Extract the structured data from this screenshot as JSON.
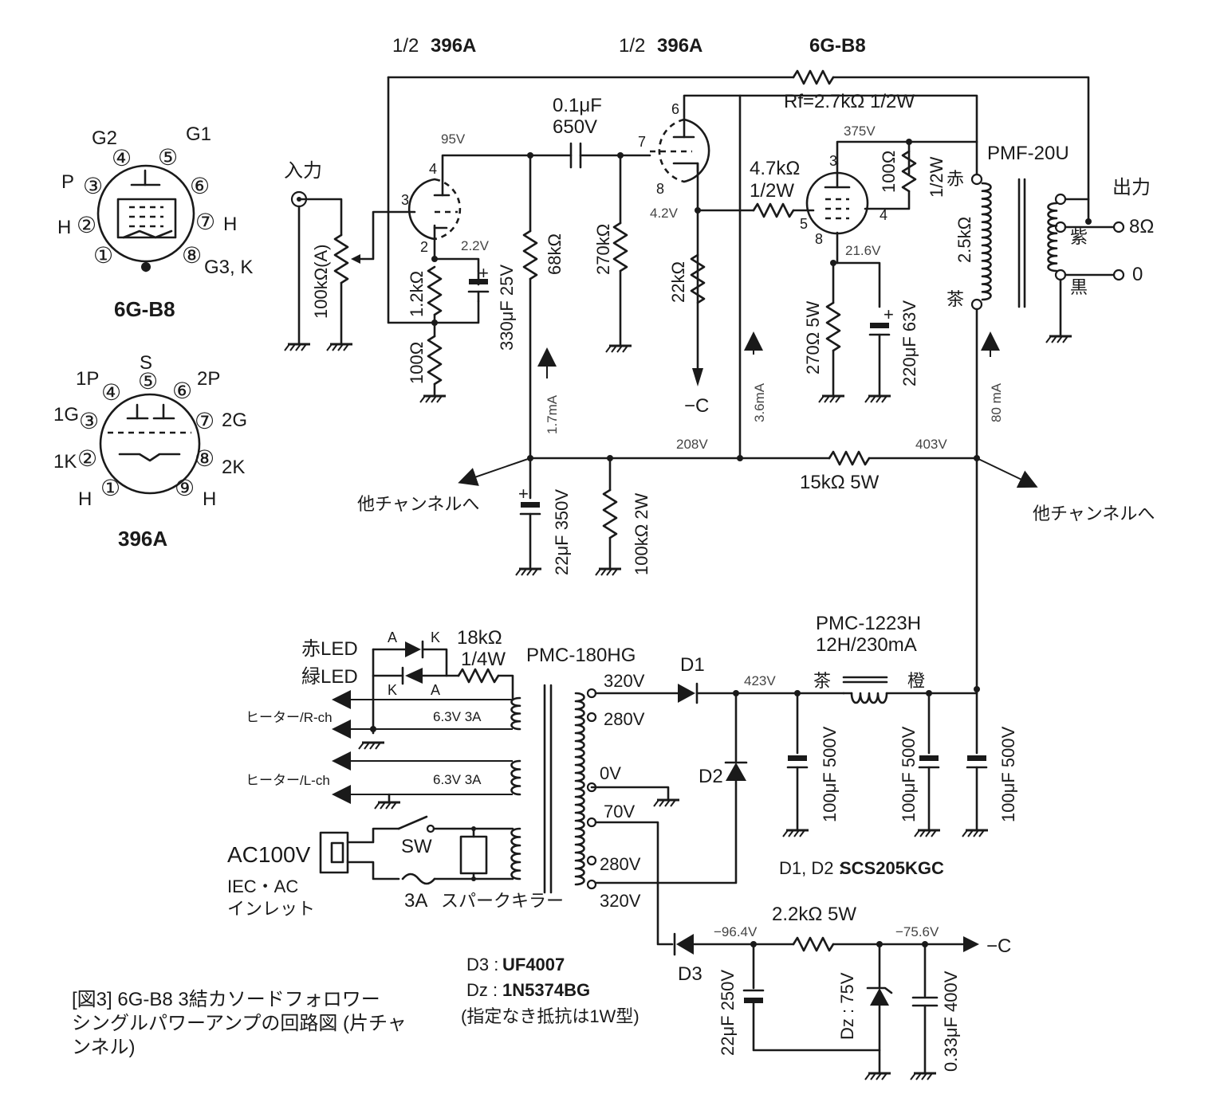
{
  "tubes": {
    "v1": {
      "title_prefix": "1/2",
      "title_tube": "396A",
      "plate_pin": "4",
      "grid_pin": "3",
      "cathode_pin": "2",
      "plate_v": "95V",
      "cathode_v": "2.2V"
    },
    "v2": {
      "title_prefix": "1/2",
      "title_tube": "396A",
      "plate_pin": "6",
      "grid_pin": "7",
      "cathode_pin": "8",
      "cathode_v": "4.2V"
    },
    "v3": {
      "title_tube": "6G-B8",
      "plate_pin": "3",
      "g2_pin": "4",
      "g1_pin": "5",
      "cathode_pin": "8",
      "plate_v": "375V",
      "cathode_v": "21.6V"
    }
  },
  "feedback": {
    "label": "Rf=2.7kΩ 1/2W"
  },
  "input": {
    "label": "入力",
    "pot": "100kΩ(A)"
  },
  "stage1": {
    "rk": "1.2kΩ",
    "rk2": "100Ω",
    "ck": "330μF 25V",
    "rp": "68kΩ",
    "current": "1.7mA"
  },
  "coupling": {
    "cap_value": "0.1μF",
    "cap_voltage": "650V",
    "rg": "270kΩ",
    "rk": "22kΩ",
    "neg": "−C"
  },
  "stage3": {
    "rs1": "4.7kΩ",
    "rs2": "1/2W",
    "rg2a": "100Ω",
    "rg2b": "1/2W",
    "rk": "270Ω 5W",
    "ck": "220μF 63V",
    "current_mid": "3.6mA",
    "current_out": "80 mA"
  },
  "output": {
    "transformer": "PMF-20U",
    "primary": "2.5kΩ",
    "red": "赤",
    "brown": "茶",
    "purple": "紫",
    "black": "黒",
    "out_label": "出力",
    "tap8": "8Ω",
    "tap0": "0"
  },
  "supply": {
    "v208": "208V",
    "v403": "403V",
    "r_drop": "15kΩ 5W",
    "c1": "22μF 350V",
    "r_bleed": "100kΩ 2W",
    "other_left": "他チャンネルへ",
    "other_right": "他チャンネルへ"
  },
  "pinouts": {
    "gb8": {
      "name": "6G-B8",
      "pins": [
        "①",
        "②",
        "③",
        "④",
        "⑤",
        "⑥",
        "⑦",
        "⑧"
      ],
      "g2": "G2",
      "g1": "G1",
      "p": "P",
      "h_left": "H",
      "h_right": "H",
      "g3k": "G3, K"
    },
    "a396": {
      "name": "396A",
      "pins": [
        "①",
        "②",
        "③",
        "④",
        "⑤",
        "⑥",
        "⑦",
        "⑧",
        "⑨"
      ],
      "s": "S",
      "p1": "1P",
      "p2": "2P",
      "g1": "1G",
      "g2": "2G",
      "k1": "1K",
      "k2": "2K",
      "h_left": "H",
      "h_right": "H"
    }
  },
  "power": {
    "transformer": "PMC-180HG",
    "choke": "PMC-1223H",
    "choke_rating": "12H/230mA",
    "choke_in": "茶",
    "choke_out": "橙",
    "sec_320a": "320V",
    "sec_280a": "280V",
    "sec_0": "0V",
    "sec_70": "70V",
    "sec_280b": "280V",
    "sec_320b": "320V",
    "heater_r": "ヒーター/R-ch",
    "heater_l": "ヒーター/L-ch",
    "heater_r_rating": "6.3V 3A",
    "heater_l_rating": "6.3V 3A",
    "led_red": "赤LED",
    "led_green": "緑LED",
    "led_r": "18kΩ",
    "led_r_w": "1/4W",
    "anode": "A",
    "kathode": "K",
    "ac": "AC100V",
    "iec1": "IEC・AC",
    "iec2": "インレット",
    "sw": "SW",
    "fuse": "3A",
    "spark": "スパークキラー",
    "d1": "D1",
    "d2": "D2",
    "d3": "D3",
    "v423": "423V",
    "c_a": "100μF 500V",
    "c_b": "100μF 500V",
    "c_c": "100μF 500V",
    "d12_label": "D1, D2 :",
    "d12_part": "SCS205KGC",
    "d3_label": "D3 :",
    "d3_part": "UF4007",
    "dz_label": "Dz :",
    "dz_part": "1N5374BG",
    "note": "(指定なき抵抗は1W型)",
    "vneg1": "−96.4V",
    "vneg2": "−75.6V",
    "neg_r": "2.2kΩ 5W",
    "neg_c1": "22μF 250V",
    "dz": "Dz : 75V",
    "neg_c2": "0.33μF 400V",
    "neg_out": "−C"
  },
  "caption": {
    "line1": "[図3] 6G-B8 3結カソードフォロワー",
    "line2": "シングルパワーアンプの回路図 (片チャ",
    "line3": "ンネル)"
  }
}
